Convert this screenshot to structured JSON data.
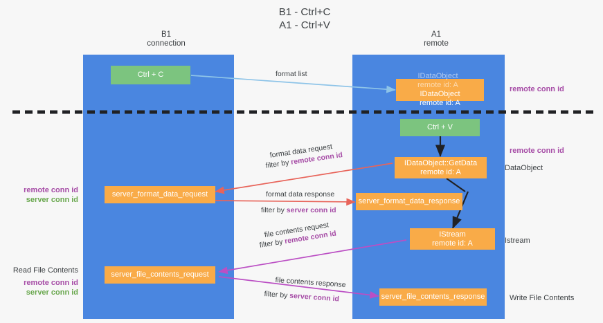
{
  "diagram": {
    "title": "B1 - Ctrl+C\nA1 - Ctrl+V",
    "lanes": [
      {
        "name": "b1-connection",
        "title": "B1\nconnection"
      },
      {
        "name": "a1-remote",
        "title": "A1\nremote"
      }
    ],
    "nodes": {
      "ctrl_c": "Ctrl + C",
      "idataobject": "IDataObject\nremote id: A",
      "ctrl_v": "Ctrl + V",
      "idataobject_getdata": "IDataObject::GetData\nremote id: A",
      "server_format_data_request": "server_format_data_request",
      "server_format_data_response": "server_format_data_response",
      "istream": "IStream\nremote id: A",
      "server_file_contents_request": "server_file_contents_request",
      "server_file_contents_response": "server_file_contents_response"
    },
    "edge_labels": {
      "format_list": "format list",
      "format_data_request": "format data request",
      "format_data_request_filter_prefix": "filter by ",
      "format_data_request_filter_value": "remote conn id",
      "format_data_response": "format data response",
      "format_data_response_filter_prefix": "filter by ",
      "format_data_response_filter_value": "server conn id",
      "file_contents_request": "file contents request",
      "file_contents_request_filter_prefix": "filter by ",
      "file_contents_request_filter_value": "remote conn id",
      "file_contents_response": "file contents response",
      "file_contents_response_filter_prefix": "filter by ",
      "file_contents_response_filter_value": "server conn id"
    },
    "annotations": {
      "right_remote_conn_id_top": "remote conn id",
      "right_remote_conn_id_mid": "remote conn id",
      "right_dataobject": "DataObject",
      "right_istream": "Istream",
      "right_write_file_contents": "Write File Contents",
      "left_remote_conn_id": "remote conn id",
      "left_server_conn_id": "server conn id",
      "left_read_file_contents": "Read File Contents",
      "left_remote_conn_id_2": "remote conn id",
      "left_server_conn_id_2": "server conn id"
    },
    "colors": {
      "lane": "#4a86e0",
      "green_node": "#7cc47f",
      "orange_node": "#f9ab48",
      "purple_text": "#a64ca6",
      "green_text": "#6aa84f",
      "blue_arrow": "#8ec4e8",
      "red_arrow": "#e8645a",
      "magenta_arrow": "#bb4fc4",
      "black_arrow": "#202124",
      "background": "#f7f7f7"
    }
  }
}
